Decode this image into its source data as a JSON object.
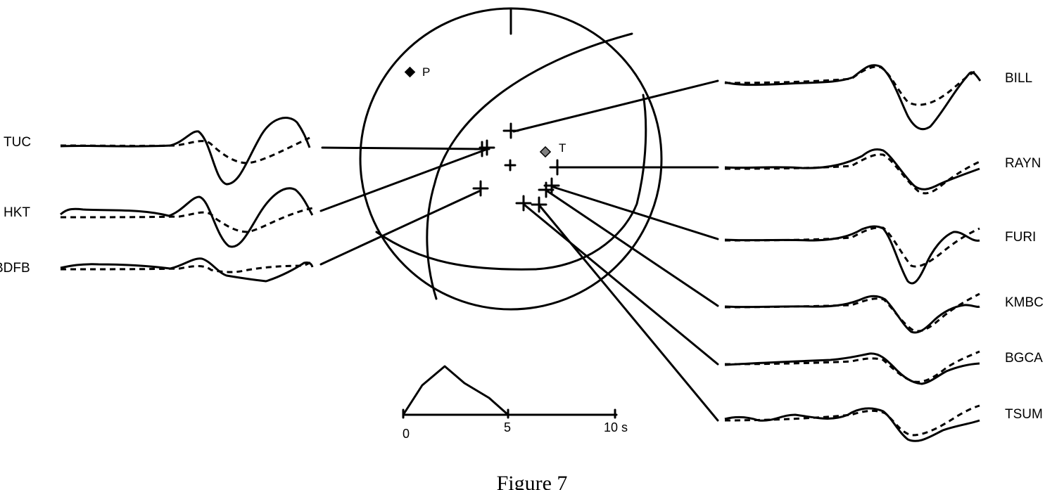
{
  "figure": {
    "caption": "Figure 7",
    "axis_labels": {
      "pressure": "P",
      "tension": "T"
    },
    "time_scale": {
      "ticks": [
        "0",
        "5",
        "10 s"
      ]
    },
    "stations": [
      {
        "name": "TUC",
        "side": "left"
      },
      {
        "name": "HKT",
        "side": "left"
      },
      {
        "name": "BDFB",
        "side": "left"
      },
      {
        "name": "BILL",
        "side": "right"
      },
      {
        "name": "RAYN",
        "side": "right"
      },
      {
        "name": "FURI",
        "side": "right"
      },
      {
        "name": "KMBC",
        "side": "right"
      },
      {
        "name": "BGCA",
        "side": "right"
      },
      {
        "name": "TSUM",
        "side": "right"
      }
    ],
    "colors": {
      "ink": "#000000",
      "t_axis_fill": "#808080",
      "background": "#ffffff"
    }
  }
}
